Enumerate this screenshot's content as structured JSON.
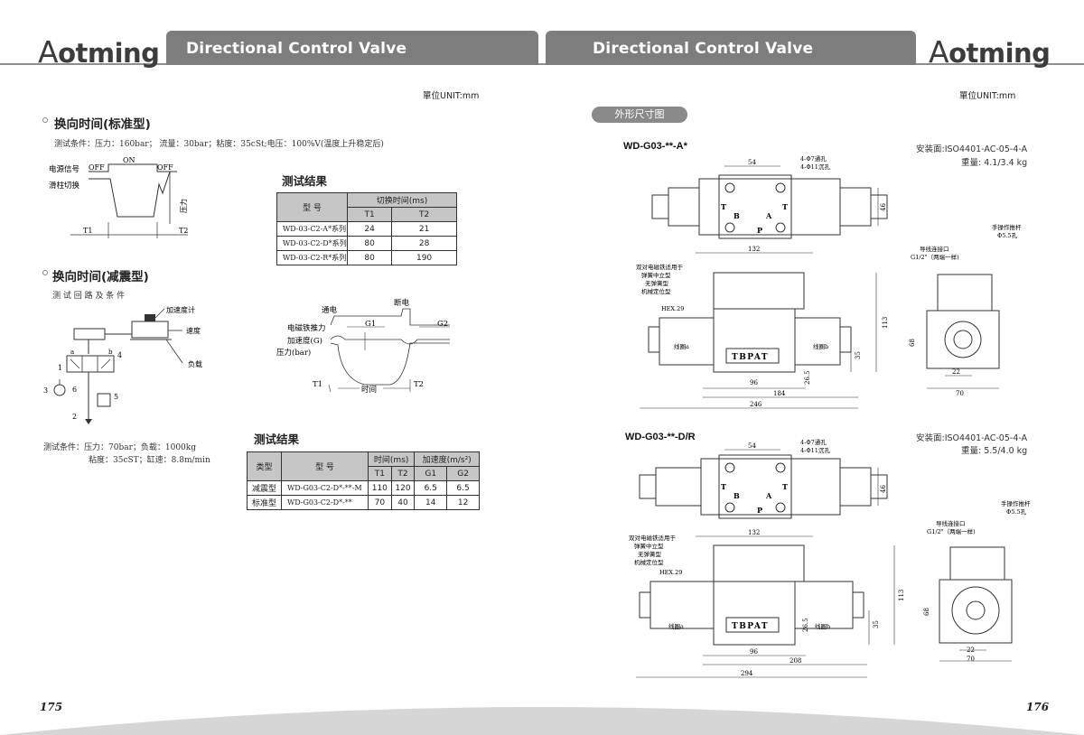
{
  "header": {
    "logo_left": "otming",
    "logo_left_initial": "A",
    "logo_right": "otming",
    "logo_right_initial": "A",
    "title_left": "Directional Control Valve",
    "title_right": "Directional Control Valve",
    "bar_color": "#7d7d7d"
  },
  "left_page": {
    "unit": "單位UNIT:mm",
    "section1": {
      "title": "换向时间(标准型)",
      "conditions": "测试条件：压力：160bar；  流量：30bar；粘度：35cSt;电压：100%V(温度上升稳定后)",
      "diagram": {
        "off1": "OFF",
        "on": "ON",
        "off2": "OFF",
        "signal": "电源信号",
        "switch": "滑柱切换",
        "pressure": "压力",
        "t1": "T1",
        "t2": "T2"
      },
      "results_title": "测试结果",
      "table": {
        "h_model": "型  号",
        "h_time": "切换时间(ms)",
        "h_t1": "T1",
        "h_t2": "T2",
        "rows": [
          {
            "model": "WD-03-C2-A*系列",
            "t1": "24",
            "t2": "21"
          },
          {
            "model": "WD-03-C2-D*系列",
            "t1": "80",
            "t2": "28"
          },
          {
            "model": "WD-03-C2-R*系列",
            "t1": "80",
            "t2": "190"
          }
        ]
      }
    },
    "section2": {
      "title": "换向时间(减震型)",
      "subtitle": "测 试 回 路 及 条 件",
      "circuit": {
        "accelerometer": "加速度计",
        "speed": "速度",
        "load": "负载",
        "n1": "1",
        "n2": "2",
        "n3": "3",
        "n4": "4",
        "n5": "5",
        "n6": "6",
        "a": "a",
        "b": "b"
      },
      "waveform": {
        "on": "通电",
        "off": "断电",
        "solenoid": "电磁铁推力",
        "accel": "加速度(G)",
        "pressure": "压力(bar)",
        "g1": "G1",
        "g2": "G2",
        "t1": "T1",
        "t2": "T2",
        "time": "时间"
      },
      "conditions1": "测试条件：压力：70bar；负载：1000kg",
      "conditions2": "粘度：35cST；缸速：8.8m/min",
      "results_title": "测试结果",
      "table": {
        "h_type": "类型",
        "h_model": "型  号",
        "h_time": "时间(ms)",
        "h_accel": "加速度(m/s²)",
        "h_t1": "T1",
        "h_t2": "T2",
        "h_g1": "G1",
        "h_g2": "G2",
        "rows": [
          {
            "type": "减震型",
            "model": "WD-G03-C2-D*-**-M",
            "t1": "110",
            "t2": "120",
            "g1": "6.5",
            "g2": "6.5"
          },
          {
            "type": "标准型",
            "model": "WD-G03-C2-D*-**",
            "t1": "70",
            "t2": "40",
            "g1": "14",
            "g2": "12"
          }
        ]
      }
    },
    "page_number": "175"
  },
  "right_page": {
    "unit": "單位UNIT:mm",
    "section_pill": "外形尺寸图",
    "model_a": {
      "title": "WD-G03-**-A*",
      "mounting": "安装面:ISO4401-AC-05-4-A",
      "weight": "重量: 4.1/3.4 kg",
      "dims": {
        "d54": "54",
        "hole1": "4-Φ7通孔",
        "hole2": "4-Φ11沉孔",
        "d46": "46",
        "d132": "132",
        "d113": "113",
        "d68": "68",
        "d35": "35",
        "d96": "96",
        "d265": "26.5",
        "d184": "184",
        "d246": "246",
        "d22": "22",
        "d70": "70",
        "hex": "HEX.29",
        "coil_a": "线圈a",
        "coil_b": "线圈b",
        "note1": "双对电磁铁适用于",
        "note2": "弹簧中立型",
        "note3": "无弹簧型",
        "note4": "机械定位型",
        "manual1": "手操作推杆",
        "manual2": "Φ5.5孔",
        "conn1": "导线连接口",
        "conn2": "G1/2\"（两端一样)",
        "brand": "TBPAT",
        "port_t": "T",
        "port_p": "P",
        "port_a": "A",
        "port_b": "B"
      }
    },
    "model_d": {
      "title": "WD-G03-**-D/R",
      "mounting": "安装面:ISO4401-AC-05-4-A",
      "weight": "重量: 5.5/4.0 kg",
      "dims": {
        "d54": "54",
        "hole1": "4-Φ7通孔",
        "hole2": "4-Φ11沉孔",
        "d46": "46",
        "d132": "132",
        "d113": "113",
        "d68": "68",
        "d35": "35",
        "d96": "96",
        "d265": "26.5",
        "d208": "208",
        "d294": "294",
        "d22": "22",
        "d70": "70",
        "hex": "HEX.29",
        "coil_a": "线圈a",
        "coil_b": "线圈b",
        "note1": "双对电磁铁适用于",
        "note2": "弹簧中立型",
        "note3": "无弹簧型",
        "note4": "机械定位型",
        "manual1": "手操作推杆",
        "manual2": "Φ5.5孔",
        "conn1": "导线连接口",
        "conn2": "G1/2\"（两端一样)",
        "brand": "TBPAT",
        "port_t": "T",
        "port_p": "P",
        "port_a": "A",
        "port_b": "B"
      }
    },
    "page_number": "176"
  }
}
